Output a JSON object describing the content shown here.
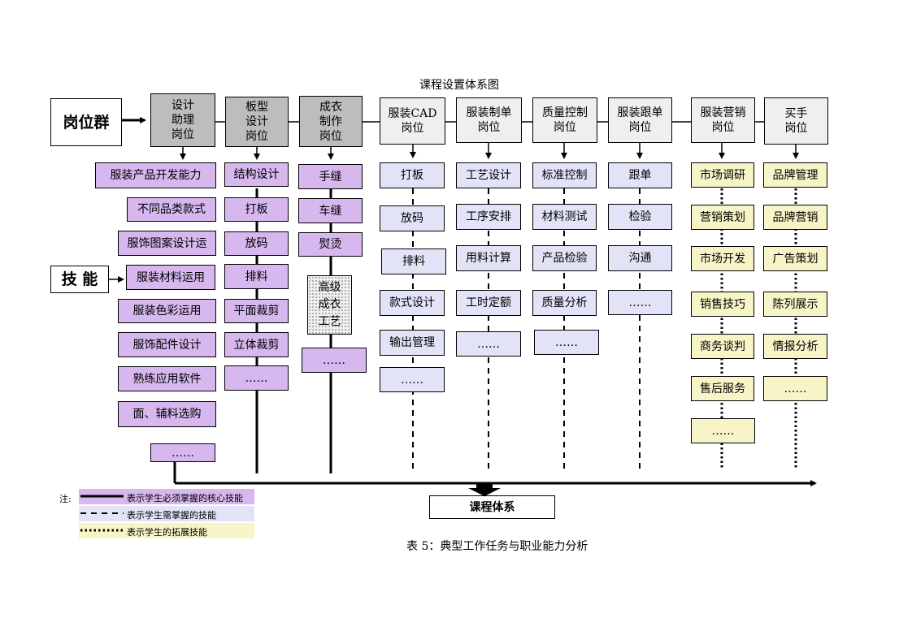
{
  "diagram_title": "课程设置体系图",
  "side_labels": {
    "position_group": "岗位群",
    "skills": "技 能"
  },
  "positions": [
    {
      "label": "设计\n助理\n岗位",
      "skills": [
        "服装产品开发能力",
        "不同品类款式",
        "服饰图案设计运",
        "服装材料运用",
        "服装色彩运用",
        "服饰配件设计",
        "熟练应用软件",
        "面、辅料选购",
        "……"
      ]
    },
    {
      "label": "板型\n设计\n岗位",
      "skills": [
        "结构设计",
        "打板",
        "放码",
        "排料",
        "平面裁剪",
        "立体裁剪",
        "……"
      ]
    },
    {
      "label": "成衣\n制作\n岗位",
      "skills": [
        "手缝",
        "车缝",
        "熨烫",
        "高级\n成衣\n工艺",
        "……"
      ]
    },
    {
      "label": "服装CAD\n岗位",
      "skills": [
        "打板",
        "放码",
        "排料",
        "款式设计",
        "输出管理",
        "……"
      ]
    },
    {
      "label": "服装制单\n岗位",
      "skills": [
        "工艺设计",
        "工序安排",
        "用料计算",
        "工时定额",
        "……"
      ]
    },
    {
      "label": "质量控制\n岗位",
      "skills": [
        "标准控制",
        "材料测试",
        "产品检验",
        "质量分析",
        "……"
      ]
    },
    {
      "label": "服装跟单\n岗位",
      "skills": [
        "跟单",
        "检验",
        "沟通",
        "……"
      ]
    },
    {
      "label": "服装营销\n岗位",
      "skills": [
        "市场调研",
        "营销策划",
        "市场开发",
        "销售技巧",
        "商务谈判",
        "售后服务",
        "……"
      ]
    },
    {
      "label": "买手\n岗位",
      "skills": [
        "品牌管理",
        "品牌营销",
        "广告策划",
        "陈列展示",
        "情报分析",
        "……"
      ]
    }
  ],
  "course_system": "课程体系",
  "legend": {
    "note": "注:",
    "items": [
      "表示学生必须掌握的核心技能",
      "表示学生需掌握的技能",
      "表示学生的拓展技能"
    ]
  },
  "caption": "表 5：典型工作任务与职业能力分析",
  "colors": {
    "core": "#d6b7ee",
    "required": "#e3e3f8",
    "extended": "#f7f4c7",
    "header_gray": "#bdbdbd",
    "header_light": "#efefef"
  }
}
